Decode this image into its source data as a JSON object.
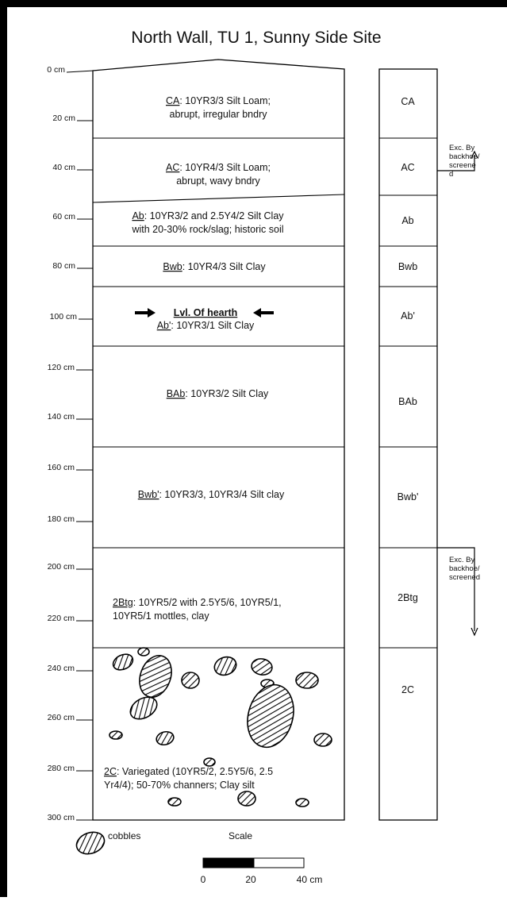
{
  "title": "North Wall, TU 1, Sunny Side Site",
  "depth_labels": [
    "0 cm",
    "20 cm",
    "40 cm",
    "60 cm",
    "80 cm",
    "100 cm",
    "120 cm",
    "140 cm",
    "160 cm",
    "180 cm",
    "200 cm",
    "220 cm",
    "240 cm",
    "260 cm",
    "280 cm",
    "300 cm"
  ],
  "layers": [
    {
      "code": "CA",
      "desc_code": "CA",
      "line1": ": 10YR3/3 Silt Loam;",
      "line2": "abrupt, irregular bndry"
    },
    {
      "code": "AC",
      "desc_code": "AC",
      "line1": ": 10YR4/3 Silt Loam;",
      "line2": "abrupt, wavy bndry"
    },
    {
      "code": "Ab",
      "desc_code": "Ab",
      "line1": ": 10YR3/2 and 2.5Y4/2 Silt Clay",
      "line2": "with 20-30% rock/slag; historic soil"
    },
    {
      "code": "Bwb",
      "desc_code": "Bwb",
      "line1": ": 10YR4/3 Silt Clay",
      "line2": ""
    },
    {
      "code": "Ab'",
      "desc_code": "Ab'",
      "line1": ": 10YR3/1 Silt Clay",
      "line2": ""
    },
    {
      "code": "BAb",
      "desc_code": "BAb",
      "line1": ": 10YR3/2 Silt Clay",
      "line2": ""
    },
    {
      "code": "Bwb'",
      "desc_code": "Bwb'",
      "line1": ": 10YR3/3, 10YR3/4 Silt clay",
      "line2": ""
    },
    {
      "code": "2Btg",
      "desc_code": "2Btg",
      "line1": ": 10YR5/2 with 2.5Y5/6, 10YR5/1,",
      "line2": "10YR5/1 mottles, clay"
    },
    {
      "code": "2C",
      "desc_code": "2C",
      "line1": ": Variegated (10YR5/2, 2.5Y5/6, 2.5",
      "line2": "Yr4/4); 50-70% channers; Clay silt"
    }
  ],
  "hearth_label": "Lvl. Of hearth",
  "notes": {
    "upper": [
      "Exc. By",
      "backhoe/",
      "screene",
      "d"
    ],
    "lower": [
      "Exc. By",
      "backhoe/",
      "screened"
    ]
  },
  "legend": {
    "cobbles": "cobbles",
    "scale_title": "Scale",
    "scale_ticks": [
      "0",
      "20",
      "40 cm"
    ]
  }
}
